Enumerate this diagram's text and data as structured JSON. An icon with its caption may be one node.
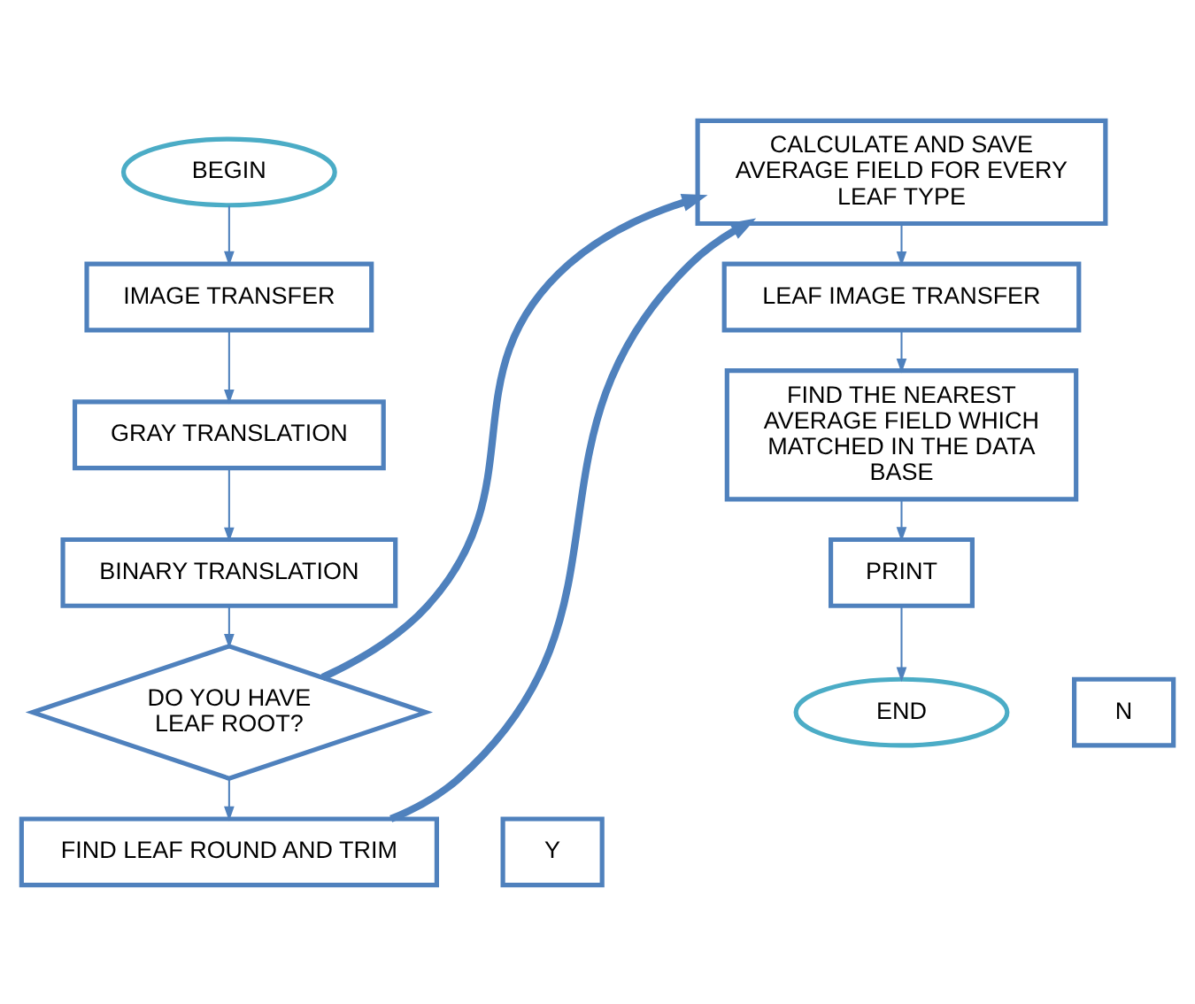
{
  "diagram": {
    "nodes": [
      {
        "text": [
          "BEGIN"
        ]
      },
      {
        "text": [
          "IMAGE TRANSFER"
        ]
      },
      {
        "text": [
          "GRAY TRANSLATION"
        ]
      },
      {
        "text": [
          "BINARY TRANSLATION"
        ]
      },
      {
        "text": [
          "DO YOU HAVE LEAF ROOT?"
        ]
      },
      {
        "text": [
          "N"
        ]
      },
      {
        "text": [
          "Y"
        ]
      },
      {
        "text": [
          "FIND LEAF ROUND AND TRIM"
        ]
      },
      {
        "text": [
          "CALCULATE AND SAVE AVERAGE FIELD FOR EVERY LEAF TYPE"
        ]
      },
      {
        "text": [
          "LEAF IMAGE TRANSFER"
        ]
      },
      {
        "text": [
          "FIND THE NEAREST AVERAGE FIELD WHICH MATCHED IN THE DATA BASE"
        ]
      },
      {
        "text": [
          "PRINT"
        ]
      },
      {
        "text": [
          "END"
        ]
      }
    ],
    "edges": [
      {
        "from": 0,
        "to": 1,
        "arrow": "to"
      },
      {
        "from": 1,
        "to": 2,
        "arrow": "to"
      },
      {
        "from": 2,
        "to": 3,
        "arrow": "to"
      },
      {
        "from": 3,
        "to": 4,
        "arrow": "to"
      },
      {
        "from": 4,
        "to": 7,
        "arrow": "to"
      },
      {
        "from": 4,
        "to": 8,
        "arrow": "to",
        "style": "thick"
      },
      {
        "from": 7,
        "to": 8,
        "arrow": "to",
        "style": "thick"
      },
      {
        "from": 8,
        "to": 9,
        "arrow": "to"
      },
      {
        "from": 9,
        "to": 10,
        "arrow": "to"
      },
      {
        "from": 10,
        "to": 11,
        "arrow": "to"
      },
      {
        "from": 11,
        "to": 12,
        "arrow": "to"
      }
    ]
  }
}
